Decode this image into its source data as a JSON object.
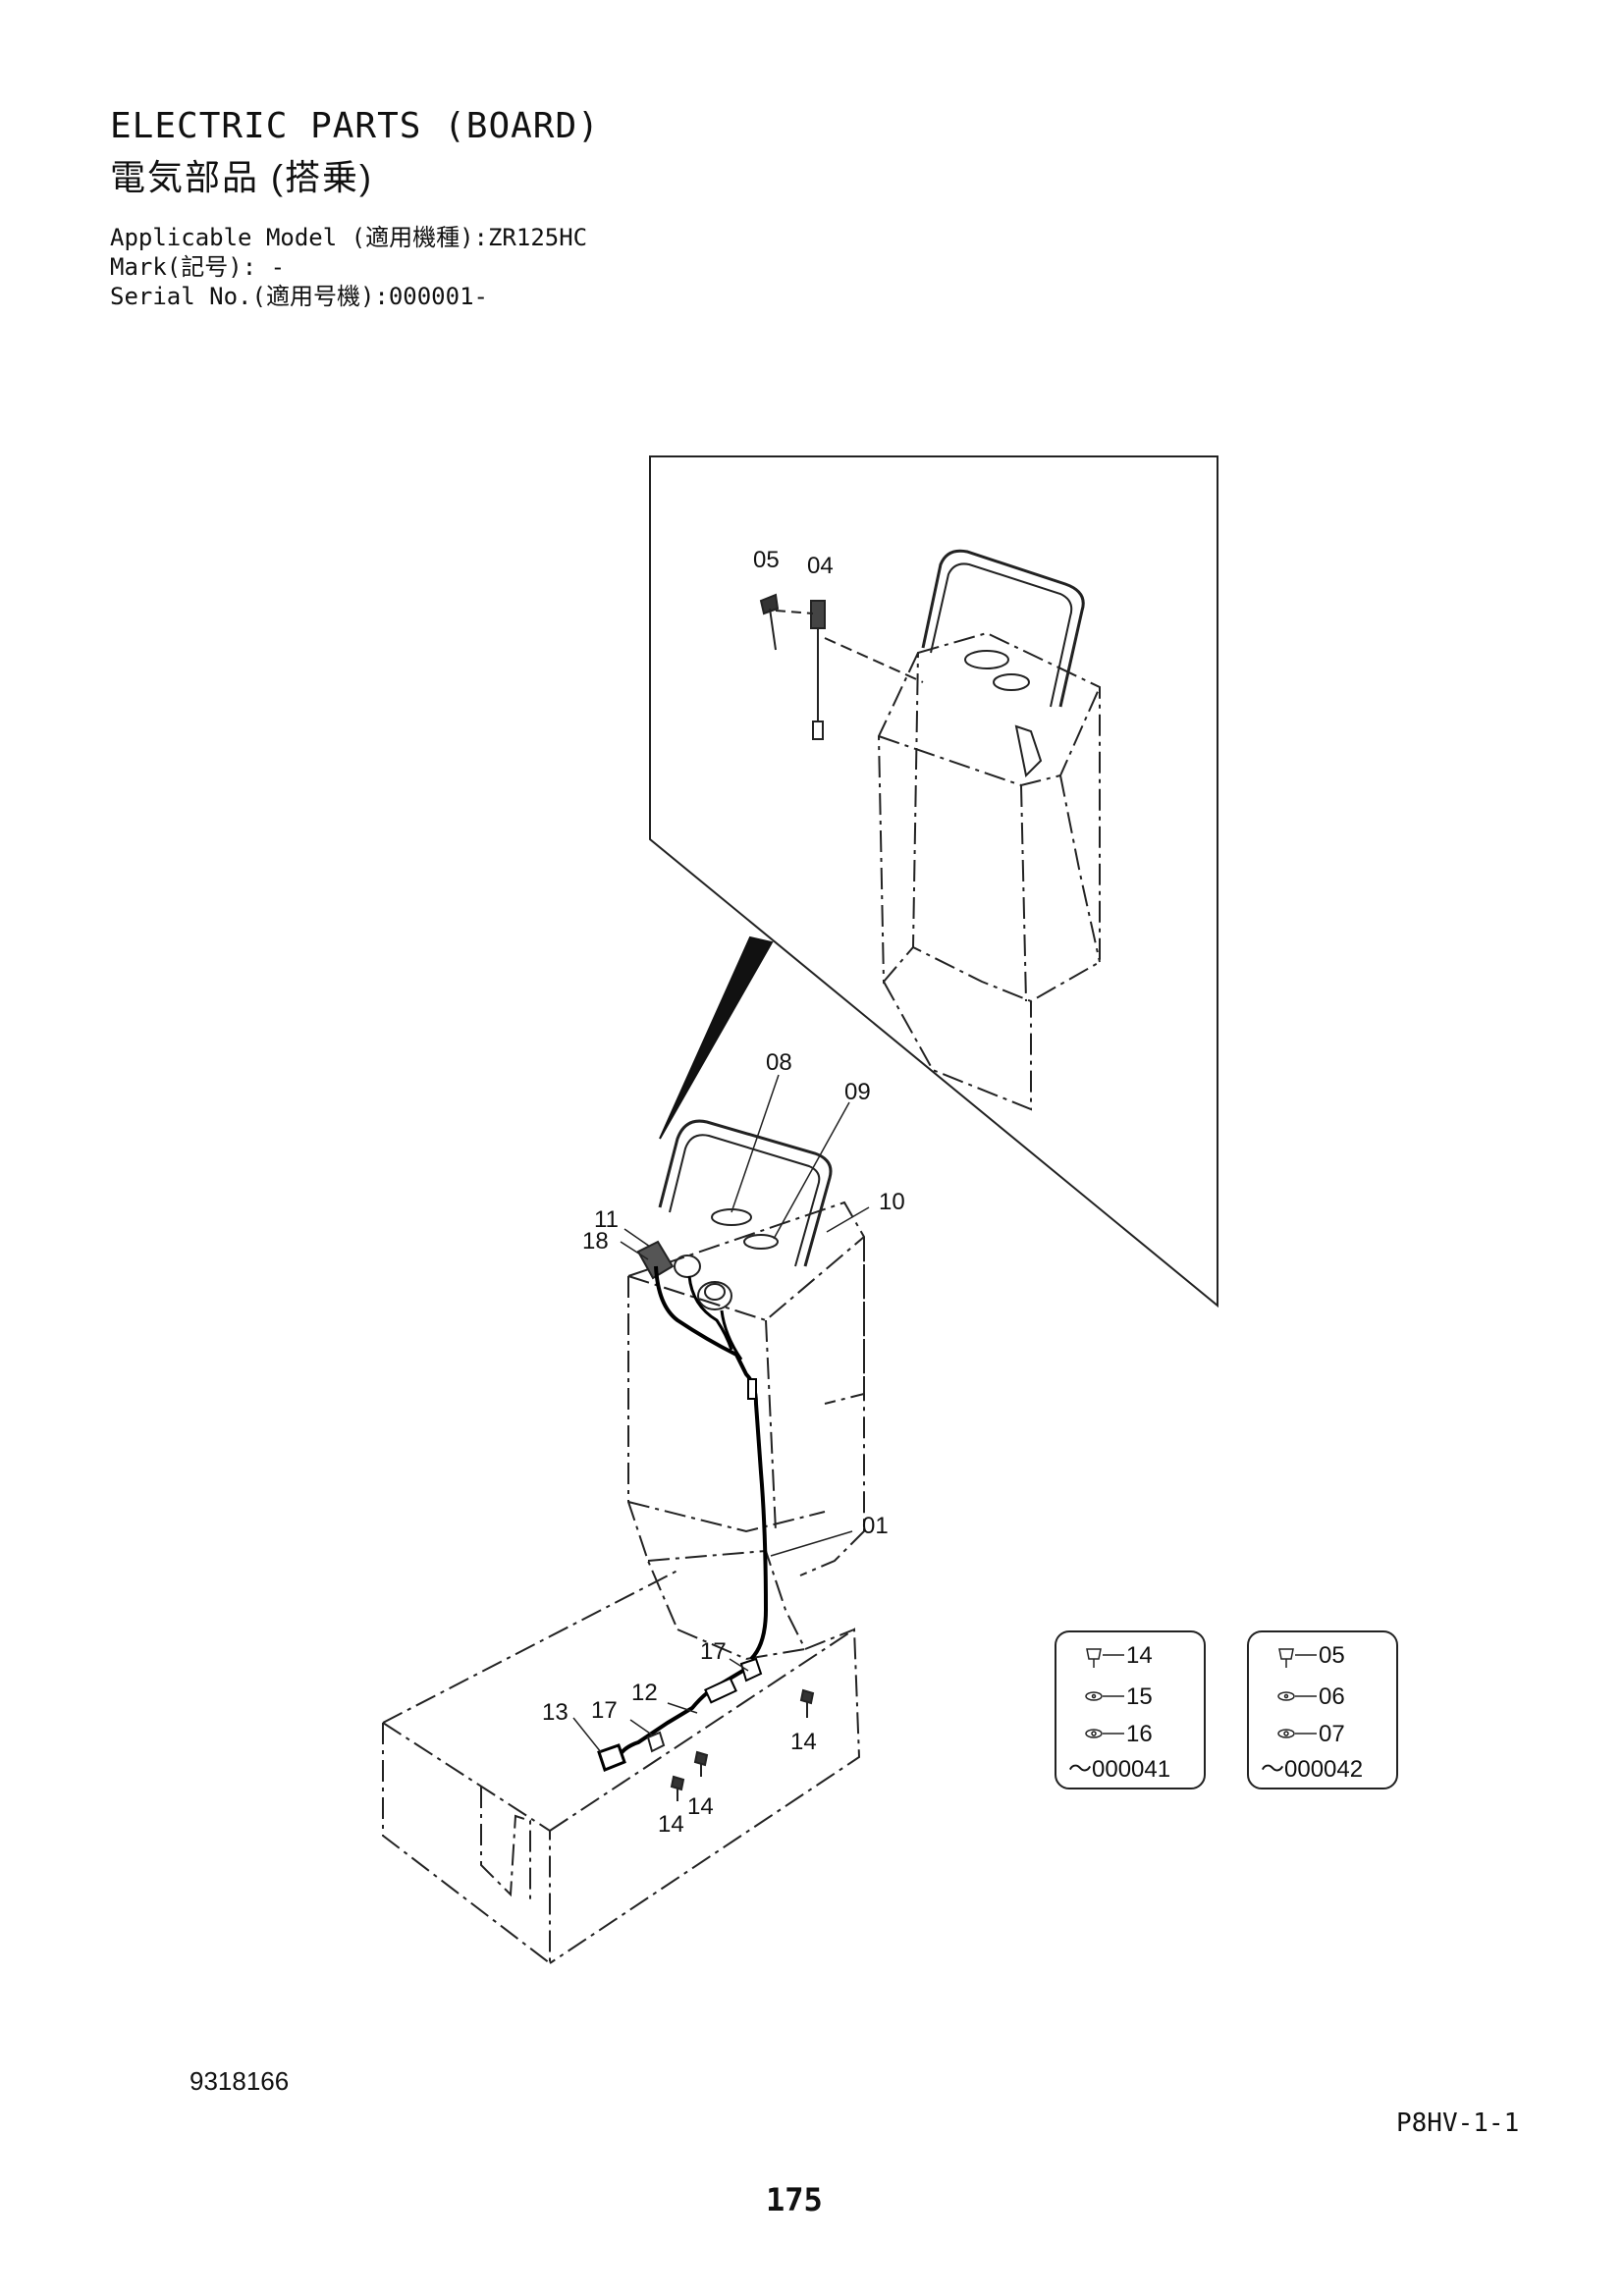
{
  "header": {
    "title_en": "ELECTRIC PARTS (BOARD)",
    "title_ja": "電気部品 (搭乗)",
    "applicable_model": "Applicable Model (適用機種):ZR125HC",
    "mark": "Mark(記号): -",
    "serial": "Serial No.(適用号機):000001-"
  },
  "callouts": {
    "c01": "01",
    "c04": "04",
    "c05": "05",
    "c08": "08",
    "c09": "09",
    "c10": "10",
    "c11": "11",
    "c12": "12",
    "c13": "13",
    "c14a": "14",
    "c14b": "14",
    "c14c": "14",
    "c17a": "17",
    "c17b": "17",
    "c18": "18"
  },
  "legend_boxes": [
    {
      "items": [
        "14",
        "15",
        "16"
      ],
      "serial_range": "～000041"
    },
    {
      "items": [
        "05",
        "06",
        "07"
      ],
      "serial_range": "～000042"
    }
  ],
  "footer": {
    "drawing_number": "9318166",
    "page_code": "P8HV-1-1",
    "page_number": "175"
  }
}
